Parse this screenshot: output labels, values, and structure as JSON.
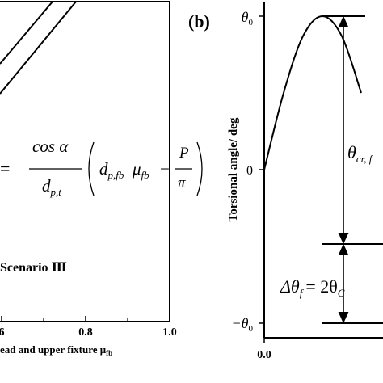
{
  "chart_data": [
    {
      "panel_label": "",
      "type": "line",
      "title": "",
      "xlabel": "ead and upper fixture μ",
      "xlabel_sub": "fb",
      "ylabel": "",
      "x_ticks": [
        "6",
        "0.8",
        "1.0"
      ],
      "xlim": [
        0.5,
        1.0
      ],
      "equation": {
        "lhs": "=",
        "num": "cos α",
        "den": "d",
        "den_sub": "p,t",
        "paren_term1": "d",
        "paren_term1_sub": "p,fb",
        "paren_term2": "μ",
        "paren_term2_sub": "fb",
        "minus": "−",
        "frac2_num": "P",
        "frac2_den": "π"
      },
      "scenario_label": "Scenario Ⅲ",
      "series": []
    },
    {
      "panel_label": "(b)",
      "type": "line",
      "title": "",
      "xlabel": "",
      "ylabel": "Torsional angle/ deg",
      "x_ticks": [
        "0.0"
      ],
      "y_ticks": [
        "θ",
        "0",
        "−θ"
      ],
      "y_tick_subs": [
        "0",
        "",
        "0"
      ],
      "ylim": [
        -1,
        1
      ],
      "annotations": {
        "theta_cr": "θ",
        "theta_cr_sub": "cr, f",
        "delta_theta": "Δθ",
        "delta_theta_sub": "f",
        "delta_theta_rhs": "= 2θ",
        "delta_theta_rhs_sub": "C"
      },
      "series": [
        {
          "x": [
            0.0,
            0.1,
            0.2,
            0.3,
            0.4,
            0.5
          ],
          "y": [
            0.0,
            0.5,
            0.87,
            1.0,
            0.87,
            0.5
          ]
        }
      ]
    }
  ]
}
